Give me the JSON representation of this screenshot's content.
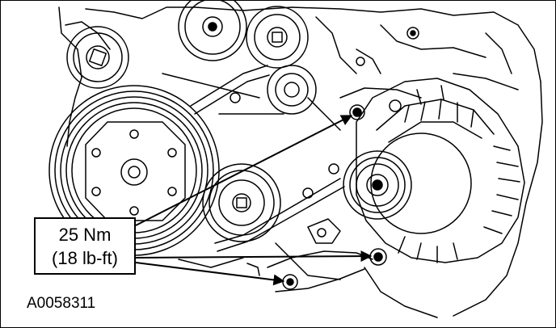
{
  "callout": {
    "torque_nm": "25 Nm",
    "torque_lbft": "(18 lb-ft)"
  },
  "figure_code": "A0058311",
  "colors": {
    "line": "#000000",
    "background": "#ffffff"
  },
  "icons": {
    "arrow": "solid-arrowhead"
  }
}
